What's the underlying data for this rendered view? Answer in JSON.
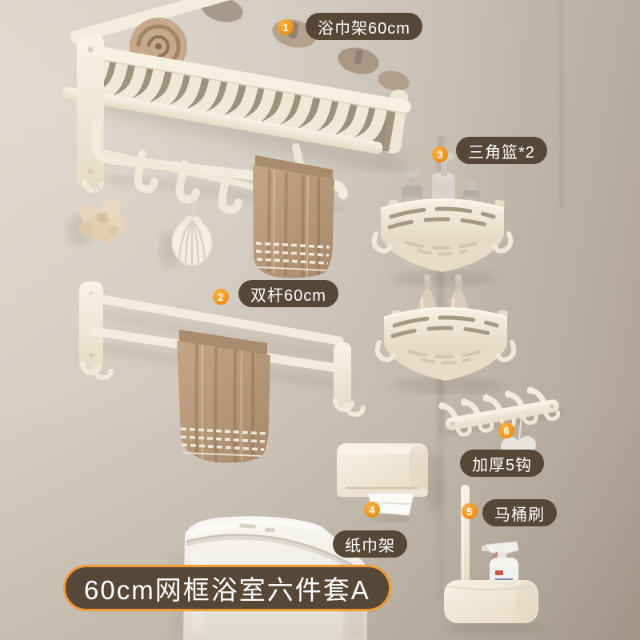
{
  "scene": {
    "description": "Cream bathroom hardware six-piece set product photo on greige wall",
    "wall_color": "#cbc3b7",
    "product_color": "#f2ebdb",
    "accent_orange": "#f0941d",
    "label_bg": "#574737",
    "label_text_color": "#ffffff"
  },
  "callouts": [
    {
      "num": "1",
      "label": "浴巾架60cm"
    },
    {
      "num": "2",
      "label": "双杆60cm"
    },
    {
      "num": "3",
      "label": "三角篮*2"
    },
    {
      "num": "4",
      "label": "纸巾架"
    },
    {
      "num": "5",
      "label": "马桶刷"
    },
    {
      "num": "6",
      "label": "加厚5钩"
    }
  ],
  "banner": {
    "text": "60cm网框浴室六件套A",
    "border_color": "#ef9a36"
  }
}
